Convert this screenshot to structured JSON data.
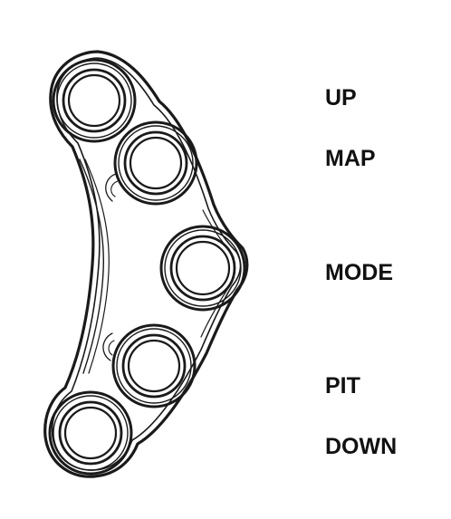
{
  "labels": {
    "up": "UP",
    "map": "MAP",
    "mode": "MODE",
    "pit": "PIT",
    "down": "DOWN"
  },
  "colors": {
    "stroke": "#1a1a1a",
    "background": "#ffffff",
    "text": "#111111"
  }
}
